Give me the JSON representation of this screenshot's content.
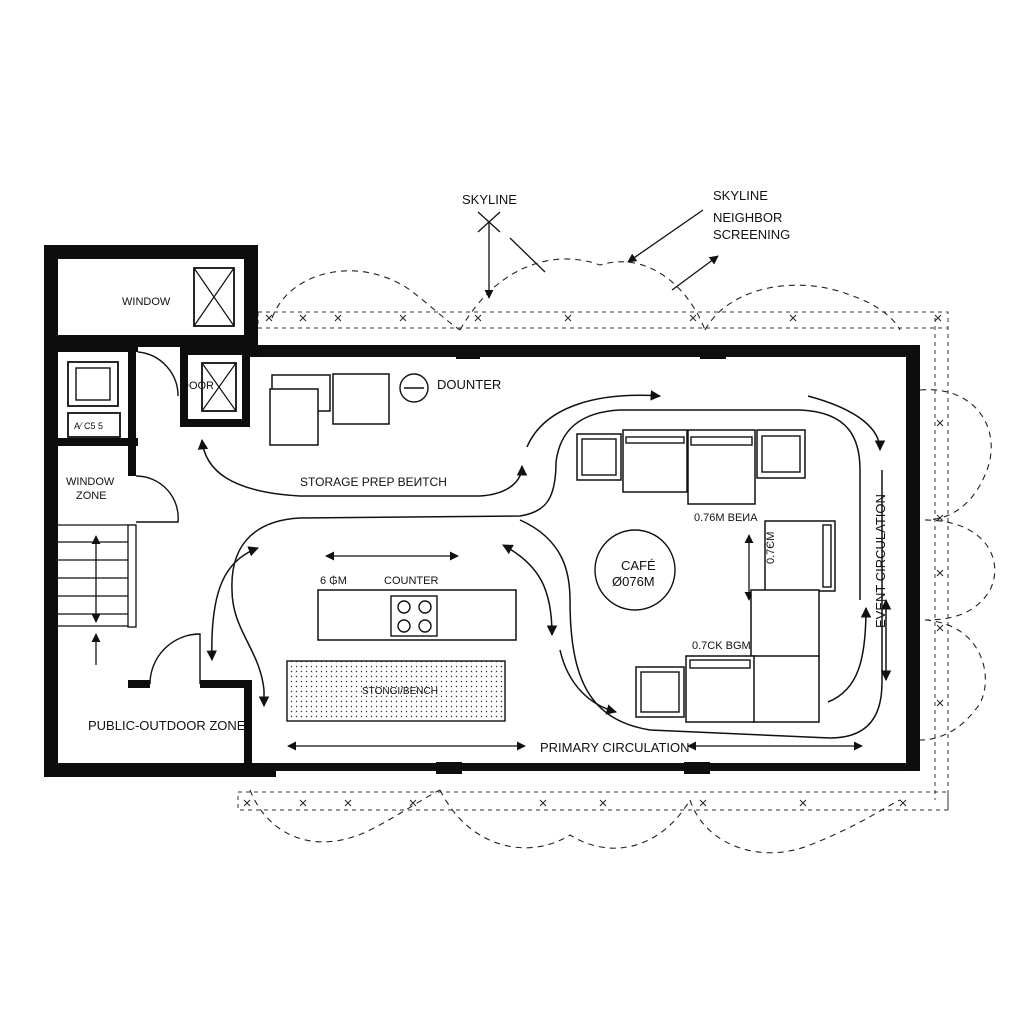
{
  "labels": {
    "skyline_top": "SKYLINE",
    "skyline_right": "SKYLINE",
    "neighbor_screening_1": "NEIGHBOR",
    "neighbor_screening_2": "SCREENING",
    "window": "WINDOW",
    "door": "DOOR",
    "dounter": "DOUNTER",
    "window_zone_1": "WINDOW",
    "window_zone_2": "ZONE",
    "storage_prep_bench": "STORAGE PREP BEИTCH",
    "bench_dim": "0.76M BEИA",
    "cafe_1": "CAFÉ",
    "cafe_2": "Ø076M",
    "side_dim": "0.7ЄM",
    "counter_dim": "6 ₲M",
    "counter": "COUNTER",
    "storage_bench": "STONGI/BENCH",
    "lower_dim": "0.7CK BGM",
    "event_circulation": "EVENT CIRCULATION",
    "public_outdoor_zone": "PUBLIC-OUTDOOR ZONE",
    "primary_circulation": "PRIMARY CIRCULATION",
    "panel_small_text": "A⁄  C5  5"
  }
}
